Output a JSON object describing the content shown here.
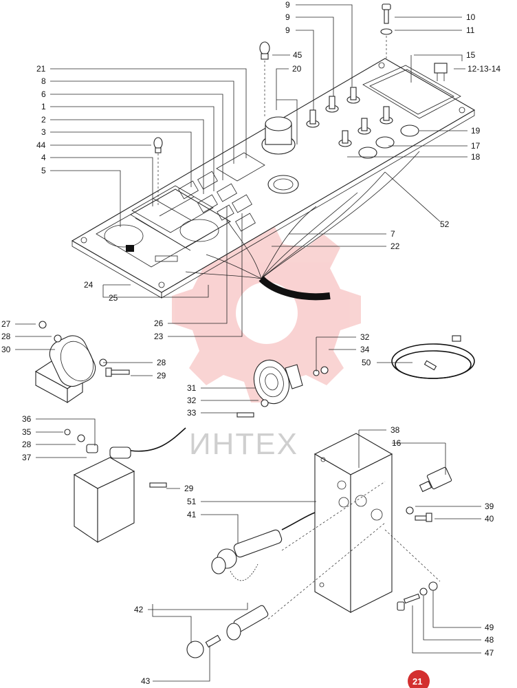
{
  "watermark": {
    "brand_text": "ИНТЕХ",
    "logo_color": "#e53935"
  },
  "page_badge": {
    "number": "21",
    "color": "#d32f2f"
  },
  "callouts": [
    "9",
    "9",
    "9",
    "10",
    "11",
    "45",
    "15",
    "12-13-14",
    "21",
    "8",
    "6",
    "1",
    "2",
    "3",
    "44",
    "4",
    "5",
    "20",
    "19",
    "17",
    "18",
    "52",
    "7",
    "22",
    "24",
    "25",
    "26",
    "23",
    "27",
    "28",
    "30",
    "28",
    "29",
    "32",
    "34",
    "50",
    "31",
    "32",
    "33",
    "36",
    "35",
    "28",
    "37",
    "29",
    "38",
    "16",
    "51",
    "41",
    "39",
    "40",
    "42",
    "43",
    "49",
    "48",
    "47"
  ]
}
